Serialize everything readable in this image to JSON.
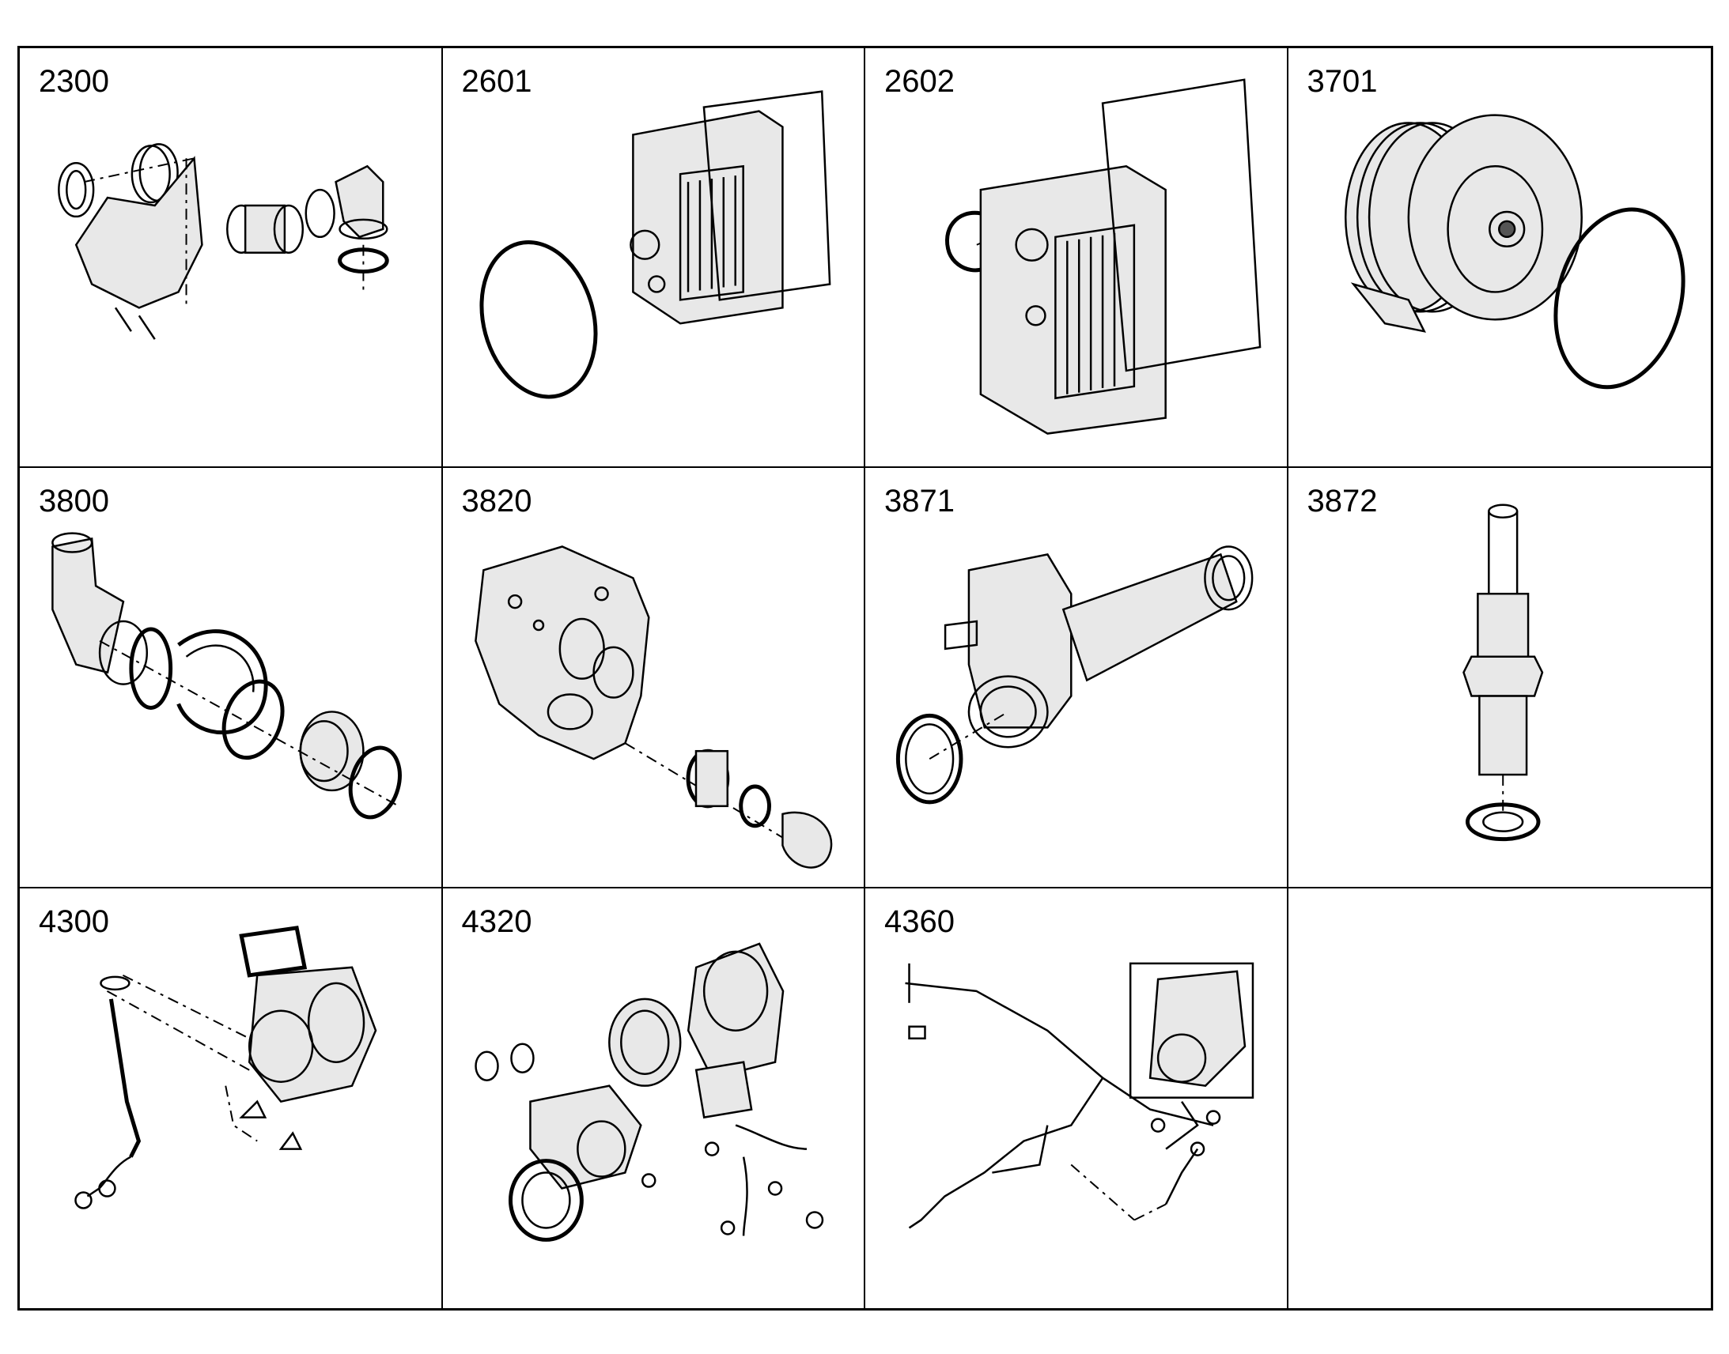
{
  "cells": [
    {
      "label": "2300",
      "icon": "charge-air-pipe-assembly-icon"
    },
    {
      "label": "2601",
      "icon": "intercooler-icon"
    },
    {
      "label": "2602",
      "icon": "intercooler-with-clip-icon"
    },
    {
      "label": "3701",
      "icon": "water-pump-icon"
    },
    {
      "label": "3800",
      "icon": "coolant-connection-icon"
    },
    {
      "label": "3820",
      "icon": "engine-front-cover-icon"
    },
    {
      "label": "3871",
      "icon": "thermostat-housing-icon"
    },
    {
      "label": "3872",
      "icon": "sensor-connector-icon"
    },
    {
      "label": "4300",
      "icon": "turbocharger-icon"
    },
    {
      "label": "4320",
      "icon": "exhaust-components-icon"
    },
    {
      "label": "4360",
      "icon": "wiring-harness-icon"
    },
    {
      "label": "",
      "icon": ""
    }
  ]
}
